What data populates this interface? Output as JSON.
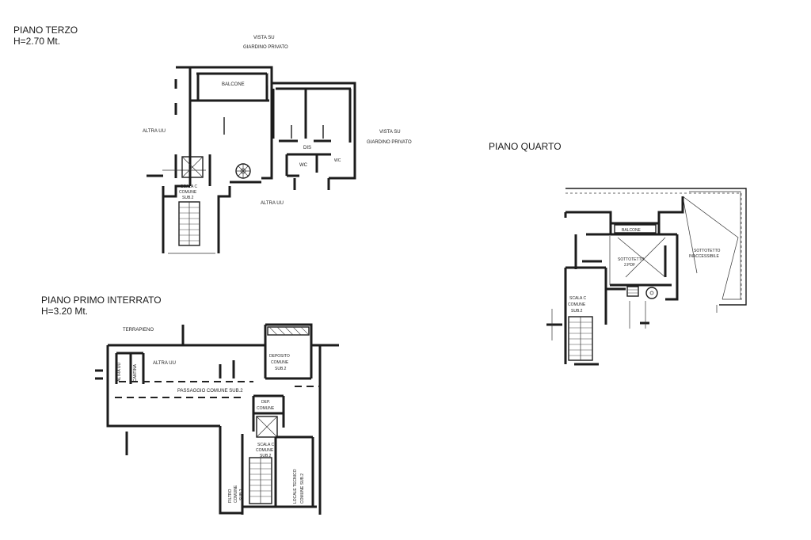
{
  "floors": {
    "terzo": {
      "title": "PIANO TERZO",
      "height": "H=2.70 Mt.",
      "labels": {
        "vista_top": "VISTA SU",
        "giardino_top": "GIARDINO PRIVATO",
        "balcone": "BALCONE",
        "altra_left": "ALTRA UU",
        "vista_right": "VISTA SU",
        "giardino_right": "GIARDINO PRIVATO",
        "dis": "DIS",
        "wc1": "WC",
        "wc2": "WC",
        "scala_1": "SCALA C",
        "scala_2": "COMUNE",
        "scala_3": "SUB.2",
        "altra_bottom": "ALTRA UU"
      }
    },
    "quarto": {
      "title": "PIANO QUARTO",
      "labels": {
        "balcone": "BALCONE",
        "sottotetto_1": "SOTTOTETTO",
        "sottotetto_2": "2.PDF",
        "sottotetto_in_1": "SOTTOTETTO",
        "sottotetto_in_2": "INACCESSIBILE",
        "scala_1": "SCALA C",
        "scala_2": "COMUNE",
        "scala_3": "SUB.2"
      }
    },
    "interrato": {
      "title": "PIANO PRIMO INTERRATO",
      "height": "H=3.20 Mt.",
      "labels": {
        "terrapieno": "TERRAPIENO",
        "altra_uu_v": "ALTRA UU",
        "cantina": "CANTINA",
        "altra_uu": "ALTRA UU",
        "deposito_1": "DEPOSITO",
        "deposito_2": "COMUNE",
        "deposito_3": "SUB.2",
        "passaggio": "PASSAGGIO COMUNE SUB.2",
        "dep_1": "DEP.",
        "dep_2": "COMUNE",
        "scala_1": "SCALA C",
        "scala_2": "COMUNE",
        "scala_3": "SUB.2",
        "filtro_1": "FILTRO",
        "filtro_2": "COMUNE",
        "filtro_3": "SUB.2",
        "locale_1": "LOCALE TECNICO",
        "locale_2": "COMUNE SUB.2"
      }
    }
  }
}
